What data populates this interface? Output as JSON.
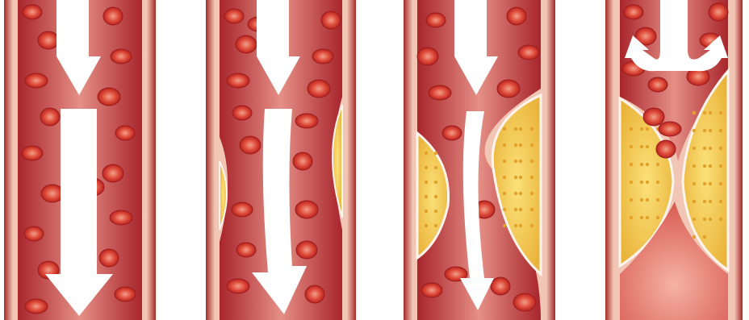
{
  "figure": {
    "panels": [
      {
        "id": "panel-1",
        "plaque": "none",
        "flow": "full"
      },
      {
        "id": "panel-2",
        "plaque": "slight",
        "flow": "reduced"
      },
      {
        "id": "panel-3",
        "plaque": "moderate",
        "flow": "restricted"
      },
      {
        "id": "panel-4",
        "plaque": "severe",
        "flow": "blocked"
      }
    ],
    "colors": {
      "vessel_wall": "#f2c6b4",
      "vessel_edge": "#a52a2a",
      "lumen_dark": "#a8252b",
      "lumen_light": "#e58f86",
      "blood_cell": "#d2322f",
      "blood_cell_center": "#f1a08c",
      "plaque_fill": "#f2c64a",
      "plaque_core": "#fbe17a",
      "plaque_dot": "#e2a22a",
      "arrow": "#ffffff"
    },
    "icons": [
      "down-arrow-icon",
      "split-arrow-icon"
    ]
  }
}
